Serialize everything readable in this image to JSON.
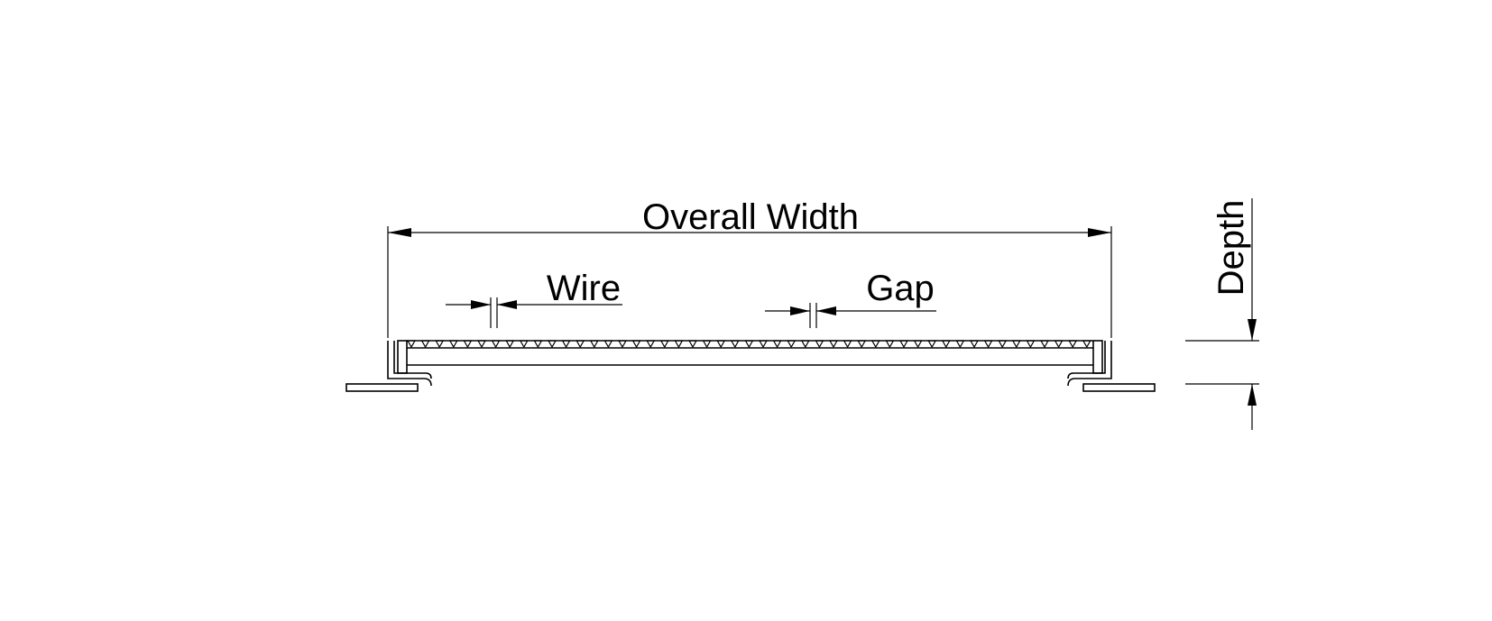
{
  "diagram": {
    "labels": {
      "overall_width": "Overall Width",
      "wire": "Wire",
      "gap": "Gap",
      "depth": "Depth"
    },
    "line_color": "#000000",
    "background_color": "#ffffff"
  }
}
